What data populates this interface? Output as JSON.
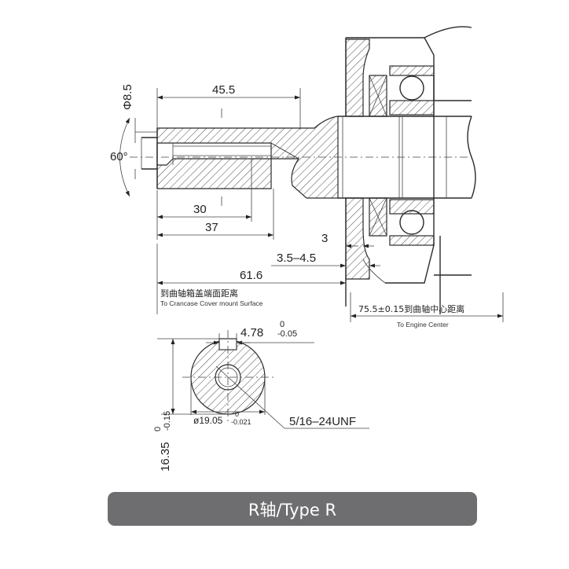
{
  "dimensions": {
    "shaft_length": "45.5",
    "shaft_diameter": "Φ8.5",
    "thread_angle": "60°",
    "thread_depth": "30",
    "bore_depth": "37",
    "gap_small": "3",
    "gap_range": "3.5–4.5",
    "to_cover_length": "61.6",
    "key_width": "4.78",
    "key_width_upper": "0",
    "key_width_lower": "-0.05",
    "shaft_dia_section": "ø19.05",
    "shaft_dia_upper": "0",
    "shaft_dia_lower": "-0.021",
    "height_section": "16.35",
    "height_upper": "0",
    "height_lower": "-0.15",
    "thread_spec": "5/16–24UNF",
    "engine_center": "75.5±0.15到曲轴中心距离"
  },
  "notes": {
    "cover_zh": "到曲轴箱盖端面距离",
    "cover_en": "To Crancase Cover mount Surface",
    "engine_center_en": "To Engine Center"
  },
  "caption": "R轴/Type R"
}
